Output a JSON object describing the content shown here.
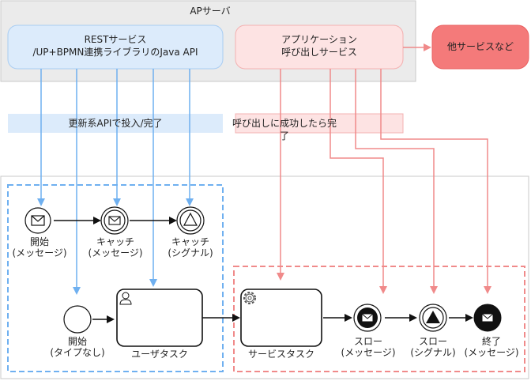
{
  "ap_server": {
    "title": "APサーバ"
  },
  "rest_service": {
    "line1": "RESTサービス",
    "line2": "/UP+BPMN連携ライブラリのJava API"
  },
  "app_call_service": {
    "line1": "アプリケーション",
    "line2": "呼び出しサービス"
  },
  "other_services": {
    "label": "他サービスなど"
  },
  "band_update_api": {
    "label": "更新系APIで投入/完了"
  },
  "band_call_success": {
    "label": "呼び出しに成功したら完了"
  },
  "nodes": {
    "start_message": {
      "line1": "開始",
      "line2": "(メッセージ)"
    },
    "catch_message": {
      "line1": "キャッチ",
      "line2": "(メッセージ)"
    },
    "catch_signal": {
      "line1": "キャッチ",
      "line2": "(シグナル)"
    },
    "start_none": {
      "line1": "開始",
      "line2": "(タイプなし)"
    },
    "user_task": {
      "label": "ユーザタスク"
    },
    "service_task": {
      "label": "サービスタスク"
    },
    "throw_message": {
      "line1": "スロー",
      "line2": "(メッセージ)"
    },
    "throw_signal": {
      "line1": "スロー",
      "line2": "(シグナル)"
    },
    "end_message": {
      "line1": "終了",
      "line2": "(メッセージ)"
    }
  },
  "colors": {
    "blue": "#6fb0f0",
    "red": "#f08a8a",
    "rest_fill": "#dcebfb",
    "app_fill": "#fde3e3",
    "other_fill": "#f47a7a"
  }
}
